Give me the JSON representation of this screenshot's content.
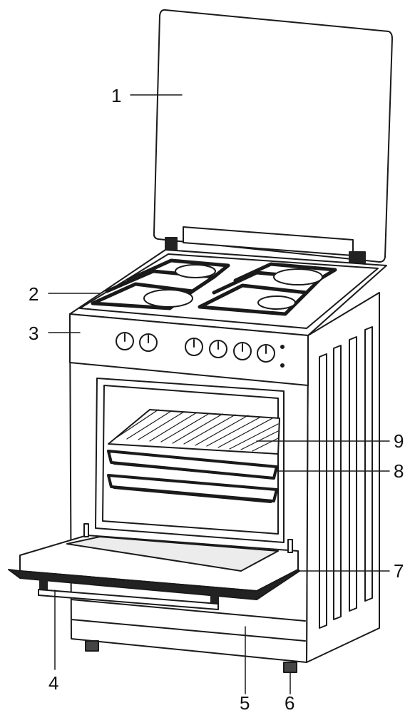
{
  "diagram": {
    "callouts": [
      {
        "id": 1,
        "label": "1"
      },
      {
        "id": 2,
        "label": "2"
      },
      {
        "id": 3,
        "label": "3"
      },
      {
        "id": 4,
        "label": "4"
      },
      {
        "id": 5,
        "label": "5"
      },
      {
        "id": 6,
        "label": "6"
      },
      {
        "id": 7,
        "label": "7"
      },
      {
        "id": 8,
        "label": "8"
      },
      {
        "id": 9,
        "label": "9"
      }
    ],
    "colors": {
      "line": "#1a1a1a",
      "background": "#ffffff",
      "glass": "#ececec",
      "door_trim": "#222222"
    }
  }
}
